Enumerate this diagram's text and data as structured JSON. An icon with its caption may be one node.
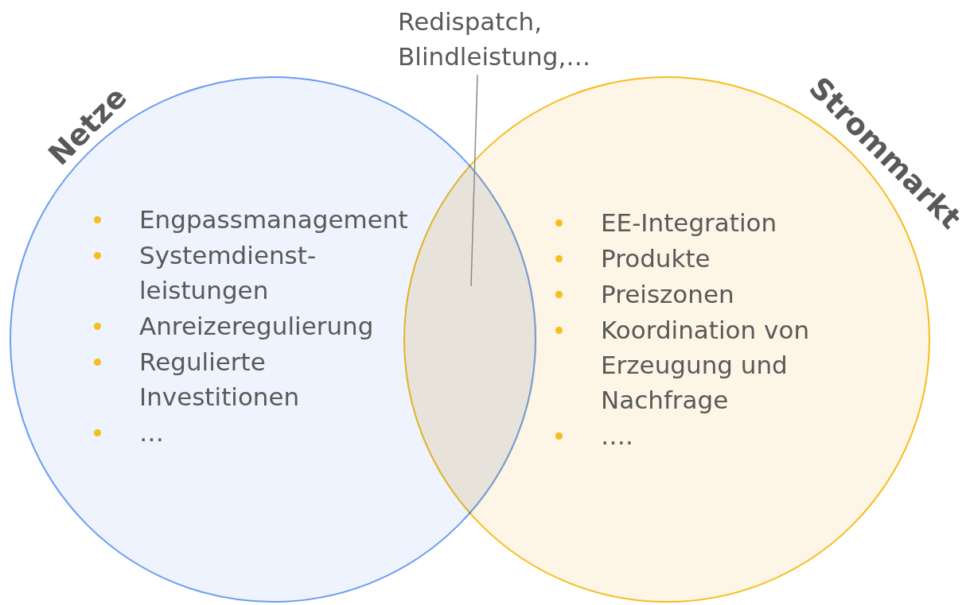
{
  "diagram": {
    "nodes": [
      {
        "text": [
          "Netze",
          "Engpassmanagement",
          "Systemdienst- leistungen",
          "Anreizeregulierung",
          "Regulierte Investitionen",
          "…"
        ]
      },
      {
        "text": [
          "Strommarkt",
          "EE-Integration",
          "Produkte",
          "Preiszonen",
          "Koordination von Erzeugung und Nachfrage",
          "…."
        ]
      },
      {
        "text": [
          "Redispatch, Blindleistung,…"
        ]
      },
      {
        "text": [],
        "shape": "lens"
      }
    ],
    "edges": [
      {
        "from": 2,
        "to": 3,
        "arrow": "none"
      }
    ]
  }
}
